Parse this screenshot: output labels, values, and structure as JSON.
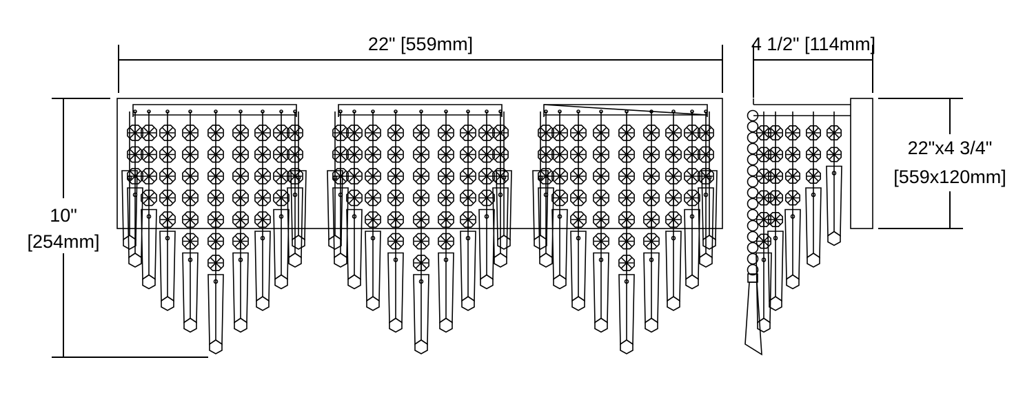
{
  "dimensions": {
    "width": "22\" [559mm]",
    "depth": "4 1/2\" [114mm]",
    "height_in": "10\"",
    "height_mm": "[254mm]",
    "backplate_in": "22\"x4 3/4\"",
    "backplate_mm": "[559x120mm]"
  },
  "fixture": {
    "front_groups": 3,
    "strand_bead_counts": [
      3,
      4,
      5,
      6,
      7,
      6,
      5,
      4,
      3
    ],
    "side_strand_bead_counts": [
      6,
      5,
      4,
      3,
      2
    ],
    "line_color": "#000000"
  }
}
